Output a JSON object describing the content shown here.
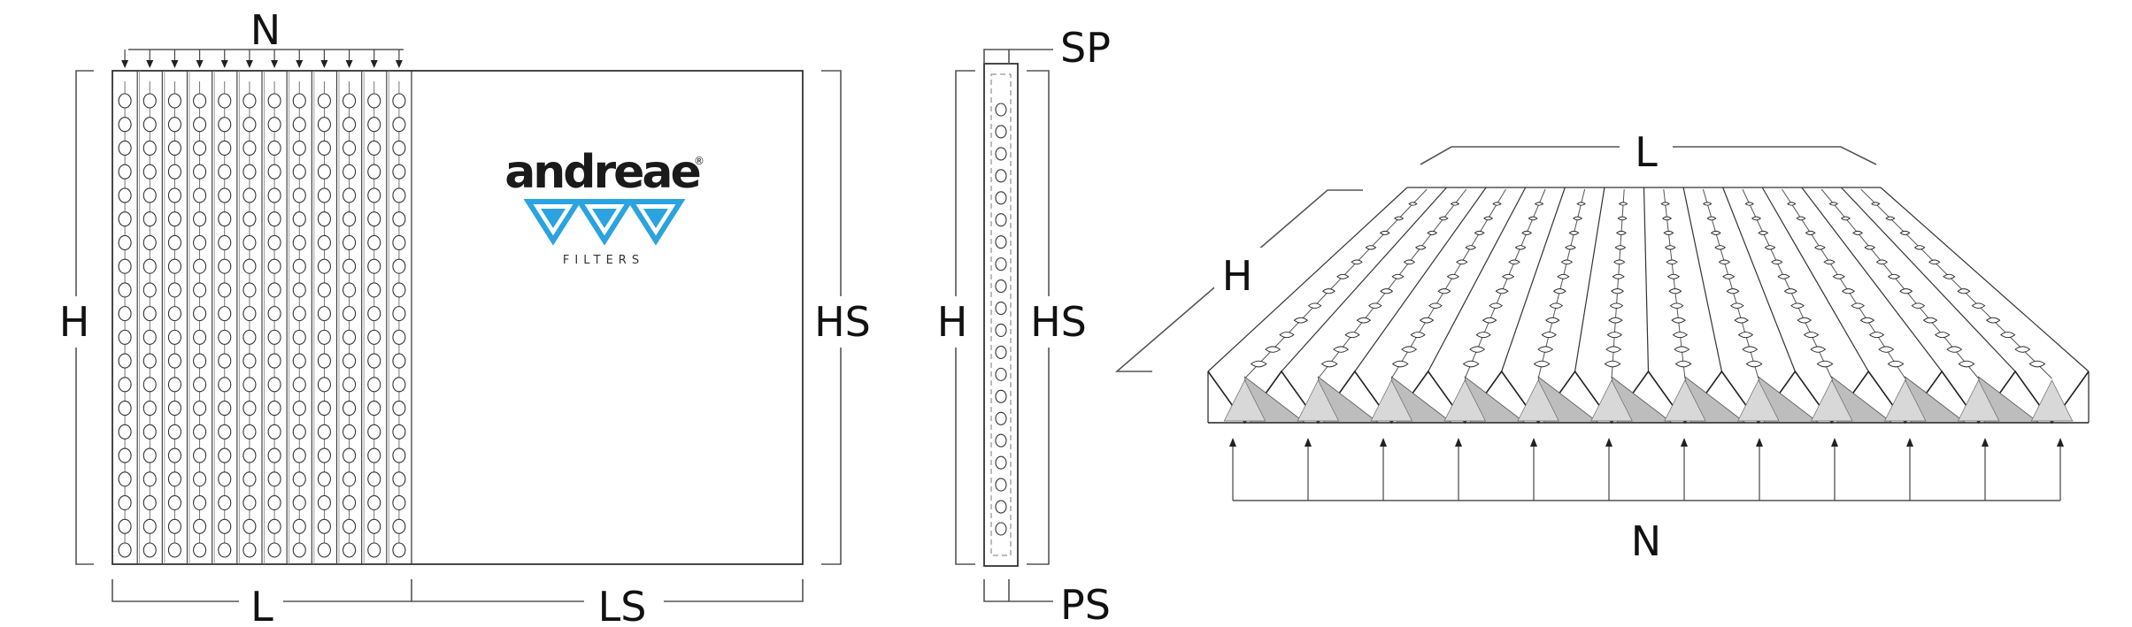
{
  "labels": {
    "front_n": "N",
    "front_h": "H",
    "front_hs": "HS",
    "front_l": "L",
    "front_ls": "LS",
    "side_sp": "SP",
    "side_h": "H",
    "side_hs": "HS",
    "side_ps": "PS",
    "persp_l": "L",
    "persp_h": "H",
    "persp_n": "N"
  },
  "logo": {
    "brand": "andreae",
    "registered": "®",
    "subtitle": "FILTERS",
    "accent_color": "#2aa3e0"
  },
  "counts": {
    "front_pleats": 12,
    "front_holes_per_pleat": 20,
    "side_holes": 20,
    "persp_pleats": 12,
    "persp_arrows": 12
  }
}
